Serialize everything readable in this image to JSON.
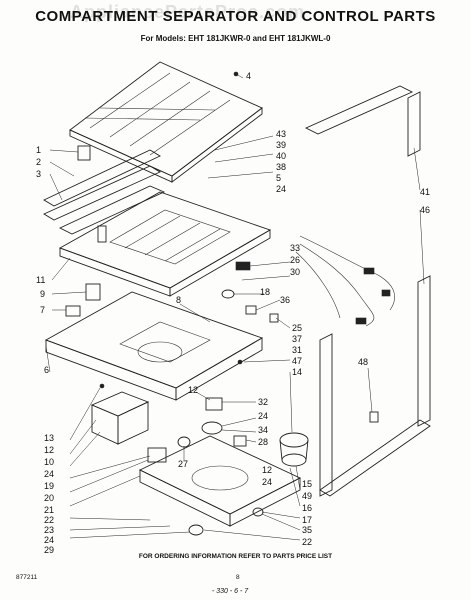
{
  "header": {
    "watermark": "AppliancePartsPros.com",
    "title": "COMPARTMENT SEPARATOR AND CONTROL PARTS",
    "subtitle": "For Models: EHT 181JKWR-0 and EHT 181JKWL-0"
  },
  "footer": {
    "ordering_note": "FOR ORDERING INFORMATION REFER TO PARTS PRICE LIST",
    "code": "877211",
    "page": "8",
    "signature": "- 330 - 6 - 7"
  },
  "callouts": {
    "c1": "1",
    "c2": "2",
    "c3": "3",
    "c4": "4",
    "c5": "5",
    "c43": "43",
    "c39": "39",
    "c40": "40",
    "c38": "38",
    "c24a": "24",
    "c41": "41",
    "c46": "46",
    "c11": "11",
    "c33": "33",
    "c26": "26",
    "c30": "30",
    "c9": "9",
    "c7": "7",
    "c8": "8",
    "c18": "18",
    "c36": "36",
    "c6": "6",
    "c25": "25",
    "c37": "37",
    "c31": "31",
    "c47": "47",
    "c14": "14",
    "c48": "48",
    "c12a": "12",
    "c32": "32",
    "c24b": "24",
    "c34": "34",
    "c28": "28",
    "c13": "13",
    "c12b": "12",
    "c10": "10",
    "c24c": "24",
    "c27": "27",
    "c19": "19",
    "c20": "20",
    "c21": "21",
    "c12c": "12",
    "c24d": "24",
    "c15": "15",
    "c49": "49",
    "c16": "16",
    "c17": "17",
    "c22a": "22",
    "c23": "23",
    "c24e": "24",
    "c35": "35",
    "c29": "29",
    "c22b": "22"
  }
}
